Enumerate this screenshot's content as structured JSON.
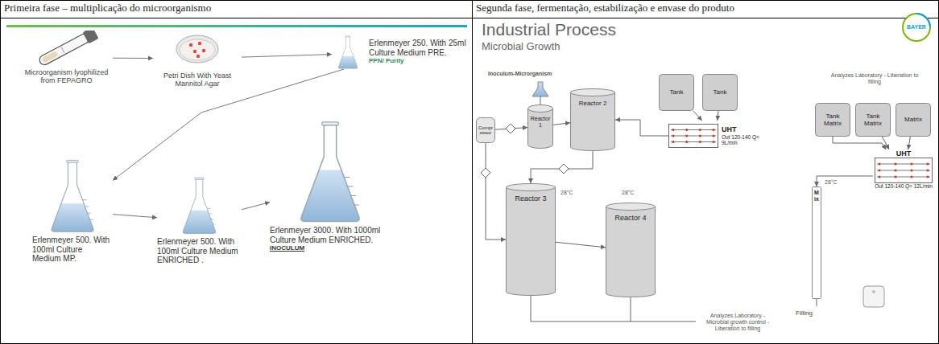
{
  "diagram": {
    "nodes": [
      {
        "text": [
          "Microorganism lyophilized from FEPAGRO"
        ]
      },
      {
        "text": [
          "Petri Dish With Yeast Mannitol Agar"
        ]
      },
      {
        "text": [
          "Erlenmeyer 250. With 25ml Culture Medium PRE.",
          "PPN/ Purity"
        ]
      },
      {
        "text": [
          "Erlenmeyer 500. With 100ml Culture Medium MP."
        ]
      },
      {
        "text": [
          "Erlenmeyer 500. With 100ml Culture Medium ENRICHED ."
        ]
      },
      {
        "text": [
          "Erlenmeyer 3000. With 1000ml Culture Medium ENRICHED.",
          "INOCULUM"
        ]
      },
      {
        "text": [
          "Compressor"
        ]
      },
      {
        "text": [
          "Reactor 1"
        ]
      },
      {
        "text": [
          "Reactor 2"
        ]
      },
      {
        "text": [
          "Tank"
        ]
      },
      {
        "text": [
          "Tank"
        ]
      },
      {
        "text": [
          "UHT",
          "Out 120-140 Q= 9L/min"
        ]
      },
      {
        "text": [
          "Reactor 3"
        ]
      },
      {
        "text": [
          "Reactor 4"
        ]
      },
      {
        "text": [
          "Tank Matrix"
        ]
      },
      {
        "text": [
          "Tank Matrix"
        ]
      },
      {
        "text": [
          "Matrix"
        ]
      },
      {
        "text": [
          "UHT",
          "Out 120-140 Q= 12L/min"
        ]
      },
      {
        "text": [
          "Mix"
        ]
      }
    ],
    "edges": [
      {
        "from": 0,
        "to": 1,
        "arrow": "to"
      },
      {
        "from": 1,
        "to": 2,
        "arrow": "to"
      },
      {
        "from": 2,
        "to": 3,
        "arrow": "to"
      },
      {
        "from": 3,
        "to": 4,
        "arrow": "to"
      },
      {
        "from": 4,
        "to": 5,
        "arrow": "to"
      },
      {
        "from": 6,
        "to": 7,
        "arrow": "to"
      },
      {
        "from": 6,
        "to": 12,
        "arrow": "to"
      },
      {
        "from": 7,
        "to": 8,
        "arrow": "to"
      },
      {
        "from": 9,
        "to": 11,
        "arrow": "to"
      },
      {
        "from": 10,
        "to": 11,
        "arrow": "to"
      },
      {
        "from": 11,
        "to": 8,
        "arrow": "to"
      },
      {
        "from": 8,
        "to": 12,
        "arrow": "to"
      },
      {
        "from": 12,
        "to": 13,
        "arrow": "to"
      },
      {
        "from": 14,
        "to": 17,
        "arrow": "to"
      },
      {
        "from": 15,
        "to": 17,
        "arrow": "to"
      },
      {
        "from": 16,
        "to": 17,
        "arrow": "to"
      },
      {
        "from": 17,
        "to": 18,
        "arrow": "to"
      }
    ],
    "labels": [
      "Primeira fase – multiplicação do microorganismo",
      "Segunda fase, fermentação, estabilização e envase do produto",
      "Industrial Process",
      "Microbial Growth",
      "BAYER",
      "Inoculum-Microrganism",
      "28°C",
      "28°C",
      "28°C",
      "Analyzes Laboratory - Liberation to filling",
      "Filling",
      "Analyzes Laboratory -Microbial growth control - Liberation to filling"
    ]
  }
}
